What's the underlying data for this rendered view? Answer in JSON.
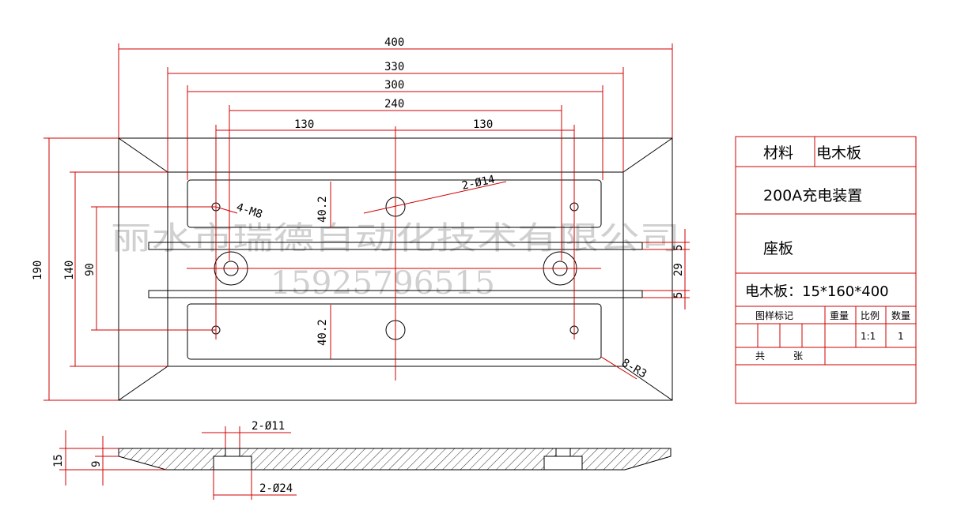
{
  "colors": {
    "dimension": "#d00000",
    "outline": "#000000",
    "background": "#ffffff",
    "watermark": "#d0d0d0"
  },
  "watermark": {
    "company": "丽水市瑞德自动化技术有限公司",
    "phone": "15925796515"
  },
  "plan_view": {
    "dims": {
      "overall_length": "400",
      "d330": "330",
      "d300": "300",
      "d240": "240",
      "d130_left": "130",
      "d130_right": "130",
      "height_190": "190",
      "height_140": "140",
      "height_90": "90",
      "slot_upper": "40.2",
      "slot_lower": "40.2",
      "rail_top": "5",
      "rail_gap": "29",
      "rail_bottom": "5"
    },
    "callouts": {
      "threaded_holes": "4-M8",
      "center_holes": "2-Ø14",
      "corner_radii": "8-R3"
    }
  },
  "section_view": {
    "dims": {
      "thickness": "15",
      "step": "9"
    },
    "callouts": {
      "small_hole": "2-Ø11",
      "counterbore": "2-Ø24"
    }
  },
  "title_block": {
    "material_label": "材料",
    "material_value": "电木板",
    "project": "200A充电装置",
    "part_name": "座板",
    "spec": "电木板：15*160*400",
    "col_mark": "图样标记",
    "col_weight": "重量",
    "col_scale": "比例",
    "col_qty": "数量",
    "scale_value": "1:1",
    "qty_value": "1",
    "total_label": "共",
    "sheet_label": "张"
  }
}
